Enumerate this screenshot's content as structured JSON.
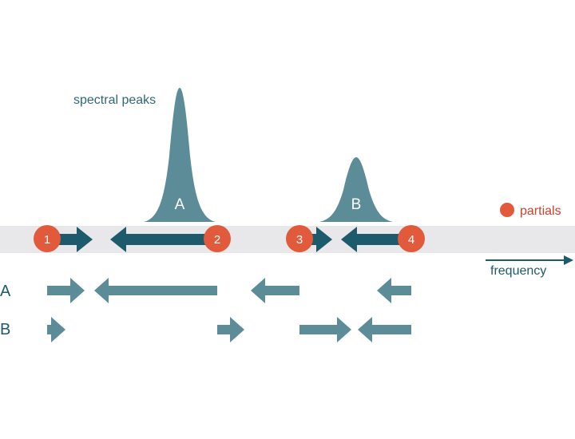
{
  "labels": {
    "spectral_peaks": "spectral peaks",
    "partials": "partials",
    "frequency": "frequency",
    "peak_a": "A",
    "peak_b": "B",
    "row_a": "A",
    "row_b": "B"
  },
  "partials": [
    {
      "id": "partial-1",
      "number": "1"
    },
    {
      "id": "partial-2",
      "number": "2"
    },
    {
      "id": "partial-3",
      "number": "3"
    },
    {
      "id": "partial-4",
      "number": "4"
    }
  ],
  "colors": {
    "band": "#e8e8ea",
    "peak": "#5c8c98",
    "arrow_dark": "#1c5a6c",
    "arrow_light": "#5c8c98",
    "partial": "#e15a3c",
    "label_teal": "#2e6878",
    "partial_label": "#c8442c",
    "row_label": "#1c5a6c"
  }
}
